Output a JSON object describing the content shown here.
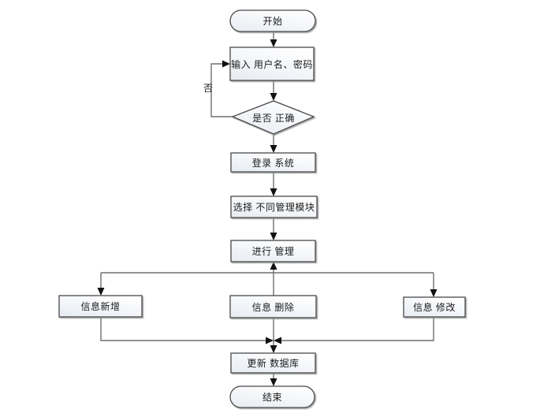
{
  "diagram": {
    "type": "flowchart",
    "title_hint": "login-and-management-flow",
    "nodes": {
      "start": {
        "label": "开始",
        "shape": "terminator"
      },
      "input": {
        "label": "输入 用户名、密码",
        "shape": "process"
      },
      "decision": {
        "label": "是否 正确",
        "shape": "decision"
      },
      "login": {
        "label": "登录 系统",
        "shape": "process"
      },
      "select_module": {
        "label": "选择 不同管理模块",
        "shape": "process"
      },
      "manage": {
        "label": "进行 管理",
        "shape": "process"
      },
      "info_add": {
        "label": "信息新增",
        "shape": "process"
      },
      "info_delete": {
        "label": "信息 删除",
        "shape": "process"
      },
      "info_modify": {
        "label": "信息 修改",
        "shape": "process"
      },
      "update_db": {
        "label": "更新 数据库",
        "shape": "process"
      },
      "end": {
        "label": "结束",
        "shape": "terminator"
      }
    },
    "edge_labels": {
      "no": "否"
    },
    "colors": {
      "background": "#ffffff",
      "node_border": "#4a4a4a",
      "node_fill_top": "#ffffff",
      "node_fill_bottom": "#e9edf3",
      "connector": "#6e6e6e",
      "arrowhead": "#111111",
      "text": "#1a1a1a"
    }
  }
}
